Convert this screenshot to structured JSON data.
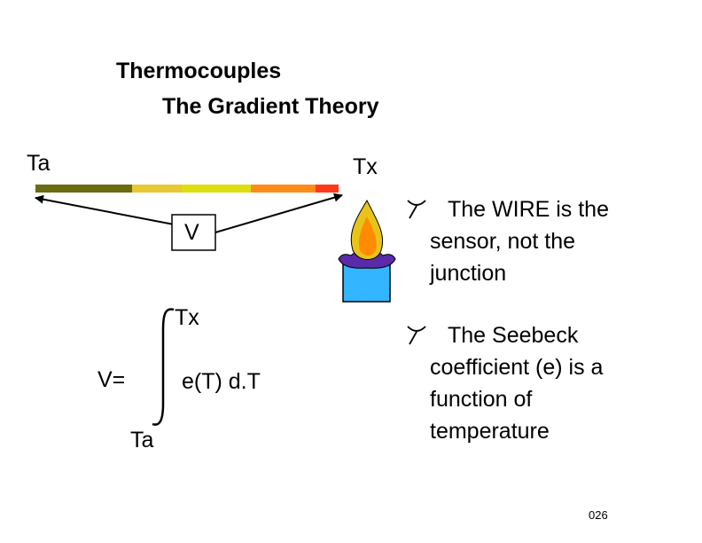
{
  "slide": {
    "title_line1": "Thermocouples",
    "title_line2": "The Gradient Theory",
    "ta_label": "Ta",
    "tx_label": "Tx",
    "v_label": "V",
    "equation": {
      "lhs": "V=",
      "upper_limit": "Tx",
      "integrand": "e(T) d.T",
      "lower_limit": "Ta"
    },
    "bullets": [
      {
        "lines": [
          "The WIRE is the",
          "sensor, not the",
          "junction"
        ]
      },
      {
        "lines": [
          "The Seebeck",
          "coefficient (e) is a",
          "function of",
          "temperature"
        ]
      }
    ],
    "page_number": "026"
  },
  "colors": {
    "wire_segments": [
      "#6b6b10",
      "#e8c833",
      "#dede10",
      "#ff8c1a",
      "#ff3a1a"
    ],
    "flame_outer": "#e8c41a",
    "flame_inner": "#ff8c00",
    "cup_fill": "#33b5ff",
    "cup_rim": "#5a2aa8"
  }
}
